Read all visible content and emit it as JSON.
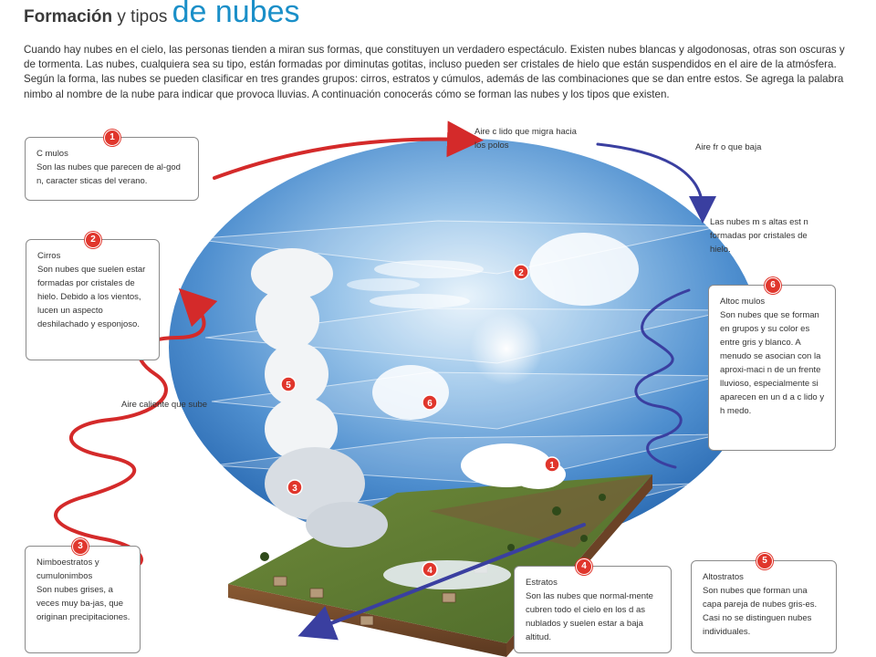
{
  "title": {
    "part1": "Formación",
    "part2": " y tipos ",
    "part3": "de nubes"
  },
  "intro": "Cuando hay nubes en el cielo, las personas tienden a miran sus formas, que constituyen un verdadero espectáculo. Existen nubes blancas y algodonosas, otras son oscuras y de tormenta. Las nubes, cualquiera sea su tipo, están formadas por diminutas gotitas, incluso pueden ser cristales de hielo que están suspendidos en el aire de la atmósfera. Según la forma, las nubes se pueden clasificar en tres grandes grupos: cirros, estratos y cúmulos, además de las combinaciones que se dan entre estos. Se agrega la palabra nimbo al nombre de la nube para indicar que provoca lluvias. A continuación conocerás cómo se forman las nubes y los tipos que existen.",
  "boxes": [
    {
      "num": "1",
      "title": "C  mulos",
      "text": "Son las nubes que parecen de al-god  n, caracter sticas del verano."
    },
    {
      "num": "2",
      "title": "Cirros",
      "text": "Son nubes que suelen estar formadas por cristales de hielo. Debido a los vientos, lucen un aspecto deshilachado y esponjoso."
    },
    {
      "num": "3",
      "title": "Nimboestratos y cumulonimbos",
      "text": "Son nubes grises, a veces muy ba-jas, que originan precipitaciones."
    },
    {
      "num": "4",
      "title": "Estratos",
      "text": "Son las nubes que normal-mente cubren todo el cielo en los d as nublados y suelen estar a baja altitud."
    },
    {
      "num": "5",
      "title": "Altostratos",
      "text": "Son nubes que forman una capa pareja de nubes gris-es. Casi no se distinguen nubes individuales."
    },
    {
      "num": "6",
      "title": "Altoc  mulos",
      "text": "Son nubes que se forman en grupos y su color es entre gris y blanco. A menudo se asocian con la aproxi-maci  n de un frente lluvioso, especialmente si aparecen en un d a c  lido y h  medo."
    }
  ],
  "labels": {
    "warm_migrate": "Aire c  lido que migra hacia los polos",
    "cold_down": "Aire fr o que baja",
    "high_clouds": "Las nubes m  s altas est  n formadas por cristales de hielo.",
    "warm_up": "Aire caliente que sube"
  },
  "scene_badges": [
    "2",
    "5",
    "6",
    "3",
    "1",
    "4"
  ],
  "colors": {
    "accent": "#e0362c",
    "title_blue": "#1a8fc8",
    "warm_arrow": "#d42a2a",
    "cold_arrow": "#3a3fa0",
    "sky": "#6ea9dc"
  }
}
